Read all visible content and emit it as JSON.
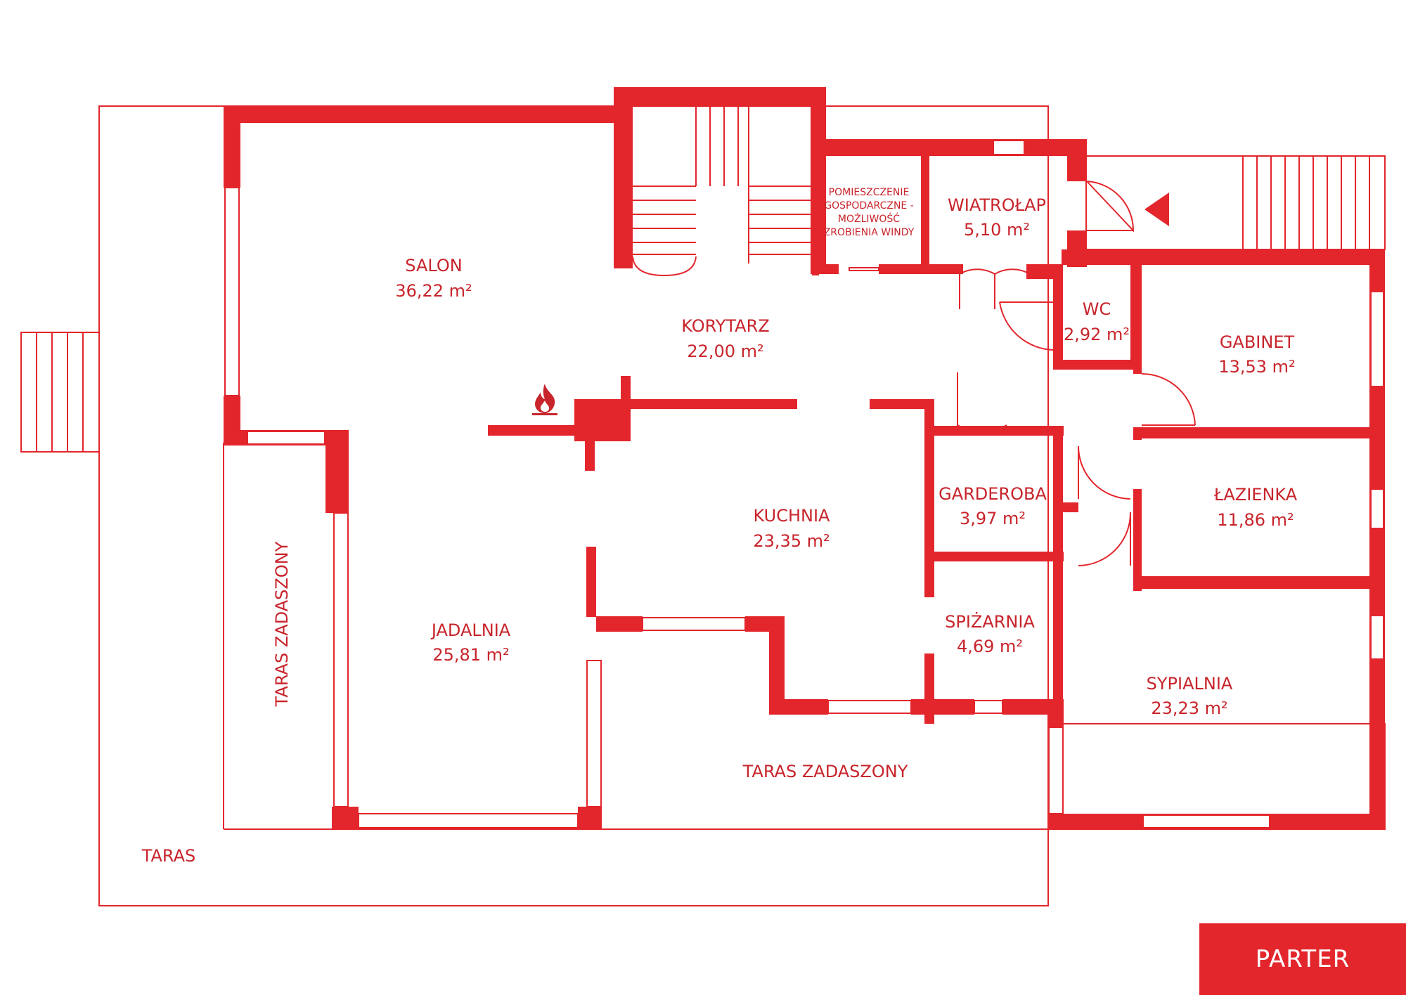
{
  "colors": {
    "wall": "#e3262c",
    "text": "#c8242b",
    "background": "#ffffff"
  },
  "rooms": {
    "salon": {
      "name": "SALON",
      "area": "36,22 m²"
    },
    "korytarz": {
      "name": "KORYTARZ",
      "area": "22,00 m²"
    },
    "kuchnia": {
      "name": "KUCHNIA",
      "area": "23,35 m²"
    },
    "jadalnia": {
      "name": "JADALNIA",
      "area": "25,81 m²"
    },
    "wiatrolap": {
      "name": "WIATROŁAP",
      "area": "5,10 m²"
    },
    "pomieszczenie": {
      "lines": [
        "POMIESZCZENIE",
        "GOSPODARCZNE -",
        "MOŻLIWOŚĆ",
        "ZROBIENIA WINDY"
      ]
    },
    "wc": {
      "name": "WC",
      "area": "2,92 m²"
    },
    "gabinet": {
      "name": "GABINET",
      "area": "13,53 m²"
    },
    "lazienka": {
      "name": "ŁAZIENKA",
      "area": "11,86 m²"
    },
    "garderoba": {
      "name": "GARDEROBA",
      "area": "3,97 m²"
    },
    "spizarnia": {
      "name": "SPIŻARNIA",
      "area": "4,69 m²"
    },
    "sypialnia": {
      "name": "SYPIALNIA",
      "area": "23,23 m²"
    },
    "taras_zadaszony_left": {
      "name": "TARAS ZADASZONY"
    },
    "taras_zadaszony_bottom": {
      "name": "TARAS ZADASZONY"
    },
    "taras": {
      "name": "TARAS"
    }
  },
  "icons": {
    "fireplace": "fire-icon",
    "entrance": "entrance-arrow-icon"
  },
  "floor_label": "PARTER"
}
